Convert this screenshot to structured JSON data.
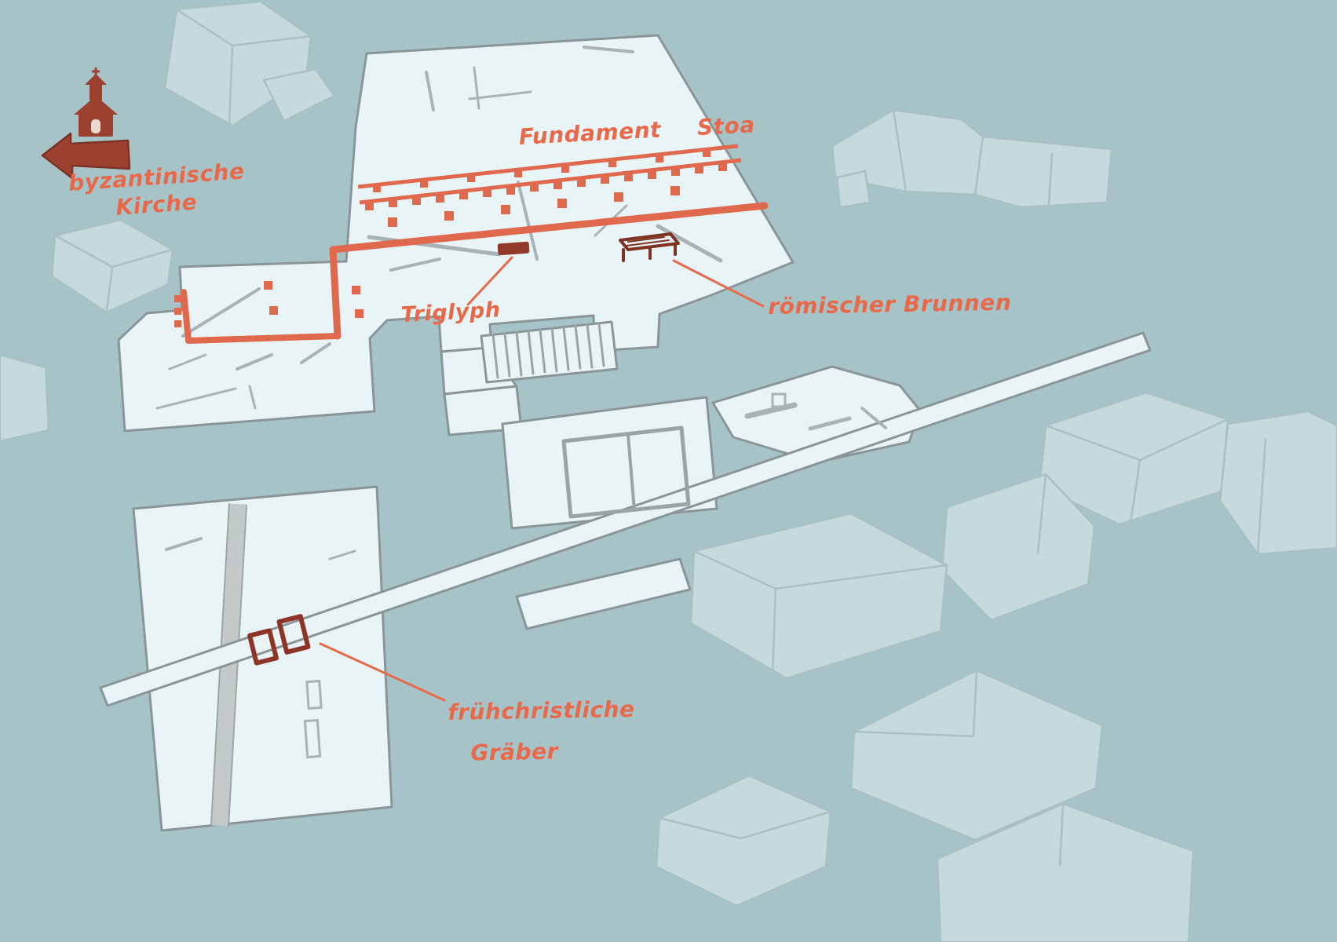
{
  "annotations": {
    "fundament_stoa": "Fundament Stoa",
    "byzantinische_line1": "byzantinische",
    "byzantinische_line2": "Kirche",
    "triglyph": "Triglyph",
    "roemischer_brunnen": "römischer Brunnen",
    "graeber_line1": "frühchristliche",
    "graeber_line2": "Gräber"
  },
  "icons": {
    "church": "church-icon",
    "arrow": "left-arrow-icon"
  },
  "colors": {
    "background": "#a6c4c8",
    "excavation_fill": "#e9f4f7",
    "excavation_outline": "#8b9598",
    "ghost_building_fill": "#c6dadd",
    "wall_orange": "#e0694d",
    "dark_red": "#93392a",
    "label_orange": "#e8694a",
    "path_gray": "#a9b2b4",
    "road_gray": "#c3c8c8"
  }
}
